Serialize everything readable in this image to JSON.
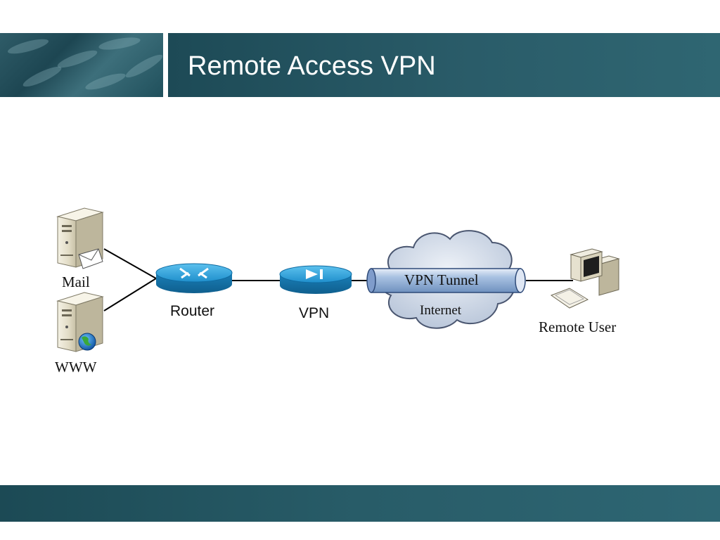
{
  "slide": {
    "title": "Remote Access VPN"
  },
  "diagram": {
    "nodes": {
      "mail": {
        "label": "Mail",
        "icon": "mail-server-icon"
      },
      "www": {
        "label": "WWW",
        "icon": "web-server-icon"
      },
      "router": {
        "label": "Router",
        "icon": "router-icon"
      },
      "vpn": {
        "label": "VPN",
        "icon": "vpn-concentrator-icon"
      },
      "tunnel": {
        "label": "VPN Tunnel",
        "icon": "tunnel-pipe-icon"
      },
      "internet": {
        "label": "Internet",
        "icon": "cloud-icon"
      },
      "remote_user": {
        "label": "Remote User",
        "icon": "workstation-icon"
      }
    },
    "edges": [
      {
        "from": "Mail",
        "to": "Router"
      },
      {
        "from": "WWW",
        "to": "Router"
      },
      {
        "from": "Router",
        "to": "VPN"
      },
      {
        "from": "VPN",
        "to": "VPN Tunnel"
      },
      {
        "from": "VPN Tunnel",
        "to": "Remote User"
      }
    ],
    "colors": {
      "header": "#2a5c69",
      "device_blue": "#1a8cc8",
      "cloud": "#c3cfe0",
      "tunnel": "#8fb0d8"
    }
  }
}
